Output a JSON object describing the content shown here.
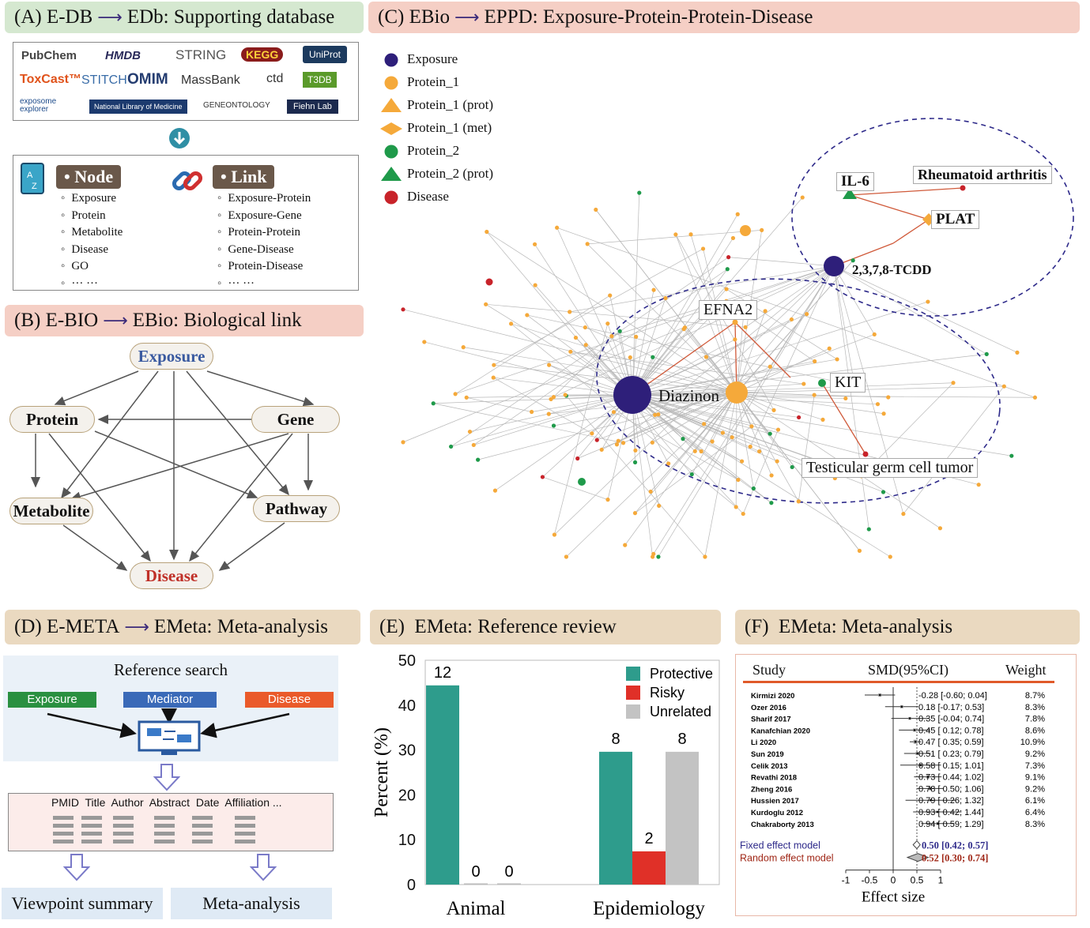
{
  "panels": {
    "a": {
      "title": "(A) E-DB",
      "target": "EDb: Supporting database"
    },
    "b": {
      "title": "(B) E-BIO",
      "target": "EBio: Biological link"
    },
    "c": {
      "title": "(C) EBio",
      "target": "EPPD: Exposure-Protein-Protein-Disease"
    },
    "d": {
      "title": "(D) E-META",
      "target": "EMeta: Meta-analysis"
    },
    "e": {
      "title": "(E)  EMeta: Reference review"
    },
    "f": {
      "title": "(F)  EMeta: Meta-analysis"
    }
  },
  "databases": [
    "PubChem",
    "HMDB",
    "STRING",
    "KEGG",
    "UniProt",
    "ToxCast™",
    "STITCH",
    "OMIM",
    "MassBank",
    "ctd",
    "T3DB",
    "exposome explorer",
    "National Library of Medicine",
    "GENEONTOLOGY",
    "Fiehn Lab"
  ],
  "node_box": {
    "label": "• Node",
    "items": [
      "Exposure",
      "Protein",
      "Metabolite",
      "Disease",
      "GO",
      "··· ···"
    ]
  },
  "link_box": {
    "label": "• Link",
    "items": [
      "Exposure-Protein",
      "Exposure-Gene",
      "Protein-Protein",
      "Gene-Disease",
      "Protein-Disease",
      "··· ···"
    ]
  },
  "bio_graph": {
    "exposure": "Exposure",
    "protein": "Protein",
    "gene": "Gene",
    "metabolite": "Metabolite",
    "pathway": "Pathway",
    "disease": "Disease"
  },
  "network": {
    "legend": [
      "Exposure",
      "Protein_1",
      "Protein_1 (prot)",
      "Protein_1 (met)",
      "Protein_2",
      "Protein_2 (prot)",
      "Disease"
    ],
    "callouts": {
      "il6": "IL-6",
      "ra": "Rheumatoid arthritis",
      "plat": "PLAT",
      "tcdd": "2,3,7,8-TCDD",
      "efna2": "EFNA2",
      "diazinon": "Diazinon",
      "kit": "KIT",
      "tgct": "Testicular germ cell tumor"
    },
    "colors": {
      "exposure": "#2e1f7a",
      "protein_1": "#f5a93a",
      "protein_2": "#1f9a4a",
      "disease": "#c8232a"
    }
  },
  "meta_flow": {
    "search": "Reference search",
    "exposure": "Exposure",
    "mediator": "Mediator",
    "disease": "Disease",
    "fields": "PMID  Title  Author  Abstract  Date  Affiliation ...",
    "summary": "Viewpoint summary",
    "meta": "Meta-analysis"
  },
  "chart_data": {
    "type": "bar",
    "categories": [
      "Animal",
      "Epidemiology"
    ],
    "series": [
      {
        "name": "Protective",
        "color": "#2e9c8c",
        "values": [
          44.4,
          29.6
        ],
        "labels": [
          "12",
          "8"
        ]
      },
      {
        "name": "Risky",
        "color": "#e03028",
        "values": [
          0,
          7.4
        ],
        "labels": [
          "0",
          "2"
        ]
      },
      {
        "name": "Unrelated",
        "color": "#c3c3c3",
        "values": [
          0,
          29.6
        ],
        "labels": [
          "0",
          "8"
        ]
      }
    ],
    "ylabel": "Percent (%)",
    "ylim": [
      0,
      50
    ],
    "yticks": [
      "0",
      "10",
      "20",
      "30",
      "40",
      "50"
    ],
    "legend": "top-right"
  },
  "forest": {
    "headers": {
      "study": "Study",
      "smd": "SMD(95%CI)",
      "weight": "Weight"
    },
    "rows": [
      {
        "study": "Kirmizi 2020",
        "smd": "-0.28 [-0.60; 0.04]",
        "weight": "8.7%",
        "est": -0.28,
        "lo": -0.6,
        "hi": 0.04
      },
      {
        "study": "Ozer 2016",
        "smd": "0.18 [-0.17; 0.53]",
        "weight": "8.3%",
        "est": 0.18,
        "lo": -0.17,
        "hi": 0.53
      },
      {
        "study": "Sharif 2017",
        "smd": "0.35 [-0.04; 0.74]",
        "weight": "7.8%",
        "est": 0.35,
        "lo": -0.04,
        "hi": 0.74
      },
      {
        "study": "Kanafchian 2020",
        "smd": "0.45 [ 0.12; 0.78]",
        "weight": "8.6%",
        "est": 0.45,
        "lo": 0.12,
        "hi": 0.78
      },
      {
        "study": "Li 2020",
        "smd": "0.47 [ 0.35; 0.59]",
        "weight": "10.9%",
        "est": 0.47,
        "lo": 0.35,
        "hi": 0.59
      },
      {
        "study": "Sun 2019",
        "smd": "0.51 [ 0.23; 0.79]",
        "weight": "9.2%",
        "est": 0.51,
        "lo": 0.23,
        "hi": 0.79
      },
      {
        "study": "Celik 2013",
        "smd": "0.58 [ 0.15; 1.01]",
        "weight": "7.3%",
        "est": 0.58,
        "lo": 0.15,
        "hi": 1.01
      },
      {
        "study": "Revathi 2018",
        "smd": "0.73 [ 0.44; 1.02]",
        "weight": "9.1%",
        "est": 0.73,
        "lo": 0.44,
        "hi": 1.02
      },
      {
        "study": "Zheng 2016",
        "smd": "0.78 [ 0.50; 1.06]",
        "weight": "9.2%",
        "est": 0.78,
        "lo": 0.5,
        "hi": 1.06
      },
      {
        "study": "Hussien 2017",
        "smd": "0.79 [ 0.26; 1.32]",
        "weight": "6.1%",
        "est": 0.79,
        "lo": 0.26,
        "hi": 1.32
      },
      {
        "study": "Kurdoglu 2012",
        "smd": "0.93 [ 0.42; 1.44]",
        "weight": "6.4%",
        "est": 0.93,
        "lo": 0.42,
        "hi": 1.44
      },
      {
        "study": "Chakraborty 2013",
        "smd": "0.94 [ 0.59; 1.29]",
        "weight": "8.3%",
        "est": 0.94,
        "lo": 0.59,
        "hi": 1.29
      }
    ],
    "fixed": {
      "label": "Fixed effect model",
      "smd": "0.50 [0.42; 0.57]",
      "est": 0.5,
      "lo": 0.42,
      "hi": 0.57
    },
    "random": {
      "label": "Random effect model",
      "smd": "0.52 [0.30; 0.74]",
      "est": 0.52,
      "lo": 0.3,
      "hi": 0.74
    },
    "xticks": [
      "-1",
      "-0.5",
      "0",
      "0.5",
      "1"
    ],
    "xlabel": "Effect size"
  }
}
